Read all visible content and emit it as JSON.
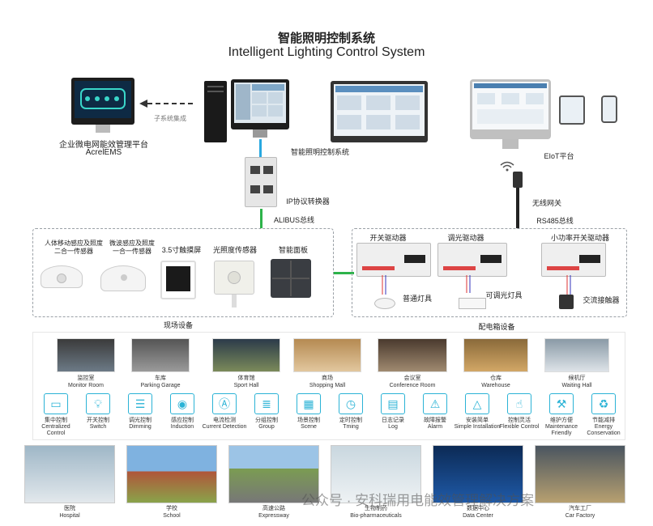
{
  "title": {
    "cn": "智能照明控制系统",
    "en": "Intelligent Lighting Control System"
  },
  "top": {
    "ems_label_cn": "企业微电网能效管理平台",
    "ems_label_en": "AcrelEMS",
    "subsystem_label": "子系统集成",
    "smart_system_label": "智能照明控制系统",
    "eiot_label": "EIoT平台",
    "ip_converter_label": "IP协议转换器",
    "alibus_label": "ALIBUS总线",
    "wireless_gateway_label": "无线网关",
    "rs485_label": "RS485总线"
  },
  "field_devices": {
    "group_label": "现场设备",
    "items": [
      {
        "label": "人体移动感应及照度\n二合一传感器"
      },
      {
        "label": "微波感应及照度\n一合一传感器"
      },
      {
        "label": "3.5寸触摸屏"
      },
      {
        "label": "光照度传感器"
      },
      {
        "label": "智能面板"
      }
    ]
  },
  "panel_devices": {
    "group_label": "配电箱设备",
    "drivers": [
      {
        "label": "开关驱动器"
      },
      {
        "label": "调光驱动器"
      },
      {
        "label": "小功率开关驱动器"
      }
    ],
    "loads": [
      {
        "label": "普通灯具"
      },
      {
        "label": "可调光灯具"
      },
      {
        "label": "交流接触器"
      }
    ]
  },
  "scenes": [
    {
      "cn": "监控室",
      "en": "Monitor Room"
    },
    {
      "cn": "车库",
      "en": "Parking Garage"
    },
    {
      "cn": "体育馆",
      "en": "Sport Hall"
    },
    {
      "cn": "商场",
      "en": "Shopping Mall"
    },
    {
      "cn": "会议室",
      "en": "Conference Room"
    },
    {
      "cn": "仓库",
      "en": "Warehouse"
    },
    {
      "cn": "候机厅",
      "en": "Waiting Hall"
    }
  ],
  "features": [
    {
      "cn": "集中控制",
      "en": "Centralized\nControl",
      "icon": "monitor-icon"
    },
    {
      "cn": "开关控制",
      "en": "Switch",
      "icon": "bulb-icon"
    },
    {
      "cn": "调光控制",
      "en": "Dimming",
      "icon": "slider-icon"
    },
    {
      "cn": "感应控制",
      "en": "Induction",
      "icon": "sensor-icon"
    },
    {
      "cn": "电流检测",
      "en": "Current Detection",
      "icon": "ampere-icon"
    },
    {
      "cn": "分组控制",
      "en": "Group",
      "icon": "list-icon"
    },
    {
      "cn": "场景控制",
      "en": "Scene",
      "icon": "grid-icon"
    },
    {
      "cn": "定时控制",
      "en": "Tming",
      "icon": "clock-icon"
    },
    {
      "cn": "日志记录",
      "en": "Log",
      "icon": "log-icon"
    },
    {
      "cn": "故障报警",
      "en": "Alarm",
      "icon": "alarm-icon"
    },
    {
      "cn": "安装简单",
      "en": "Simple Installation",
      "icon": "triangle-icon"
    },
    {
      "cn": "控制灵活",
      "en": "Flexible Control",
      "icon": "hand-icon"
    },
    {
      "cn": "维护方便",
      "en": "Maintenance\nFriendly",
      "icon": "tools-icon"
    },
    {
      "cn": "节能减排",
      "en": "Energy\nConservation",
      "icon": "recycle-icon"
    }
  ],
  "photos": [
    {
      "cn": "医院",
      "en": "Hospital"
    },
    {
      "cn": "学校",
      "en": "School"
    },
    {
      "cn": "高速公路",
      "en": "Expressway"
    },
    {
      "cn": "生物制药",
      "en": "Bio-pharmaceuticals"
    },
    {
      "cn": "数据中心",
      "en": "Data Center"
    },
    {
      "cn": "汽车工厂",
      "en": "Car Factory"
    }
  ],
  "watermark": "公众号 · 安科瑞用电能效管理解决方案",
  "colors": {
    "accent_cyan": "#2bb3d6",
    "cable_blue": "#29a8e0",
    "cable_green": "#2db34a",
    "dash_gray": "#9aa0a6"
  }
}
